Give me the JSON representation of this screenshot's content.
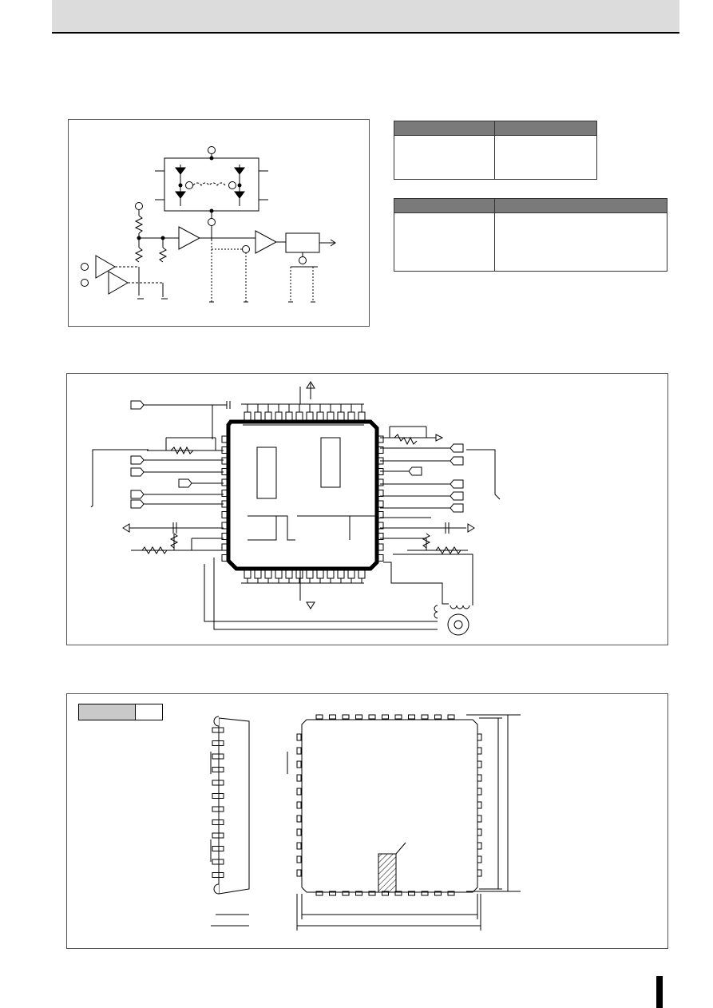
{
  "page": {
    "header": "",
    "figures": [
      {
        "id": "block-diagram",
        "caption": ""
      },
      {
        "id": "application-circuit",
        "caption": ""
      },
      {
        "id": "package-outline",
        "caption": ""
      }
    ],
    "spec_table_1": {
      "columns": [
        "",
        ""
      ],
      "rows": [
        [
          "",
          ""
        ]
      ]
    },
    "spec_table_2": {
      "columns": [
        "",
        ""
      ],
      "rows": [
        [
          "",
          ""
        ]
      ]
    },
    "package_label": "",
    "colors": {
      "header": "#dcdcdc",
      "table_header": "#7a7a7a",
      "line": "#000000"
    }
  }
}
